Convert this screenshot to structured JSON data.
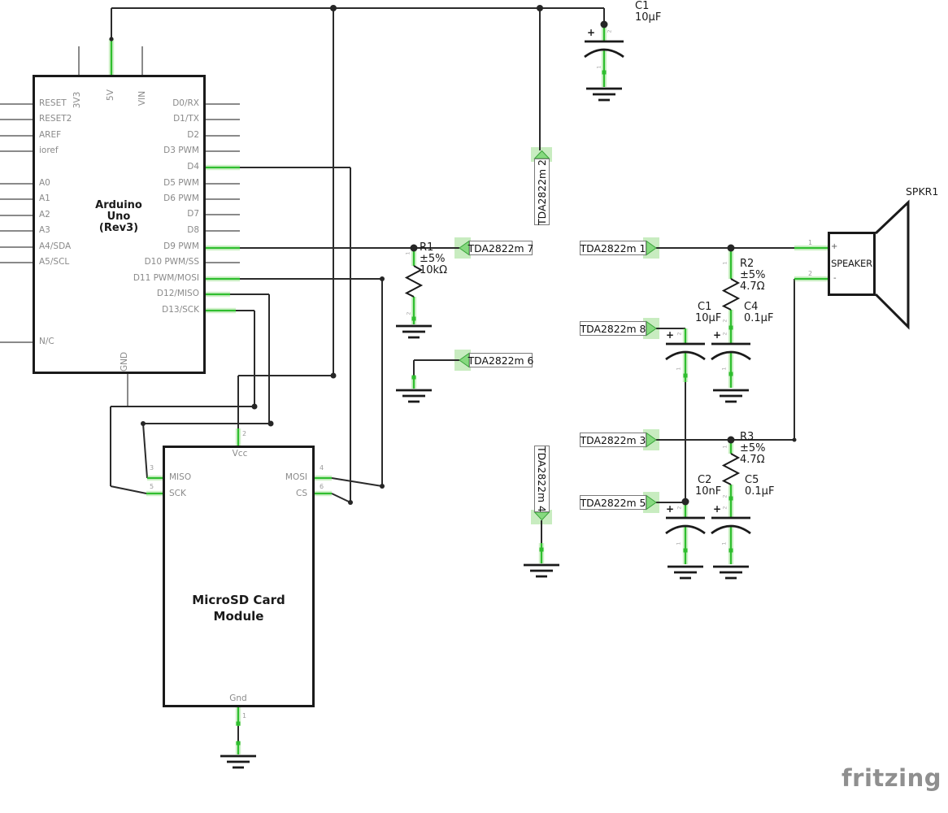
{
  "arduino": {
    "title": [
      "Arduino",
      "Uno",
      "(Rev3)"
    ],
    "top_pins": [
      "3V3",
      "5V",
      "VIN"
    ],
    "bottom_pin": "GND",
    "left_pins": [
      "RESET",
      "RESET2",
      "AREF",
      "ioref",
      "A0",
      "A1",
      "A2",
      "A3",
      "A4/SDA",
      "A5/SCL",
      "N/C"
    ],
    "right_pins": [
      "D0/RX",
      "D1/TX",
      "D2",
      "D3 PWM",
      "D4",
      "D5 PWM",
      "D6 PWM",
      "D7",
      "D8",
      "D9 PWM",
      "D10 PWM/SS",
      "D11 PWM/MOSI",
      "D12/MISO",
      "D13/SCK"
    ]
  },
  "module": {
    "title": [
      "MicroSD Card",
      "Module"
    ],
    "pins": {
      "vcc": "Vcc",
      "miso": "MISO",
      "sck": "SCK",
      "mosi": "MOSI",
      "cs": "CS",
      "gnd": "Gnd"
    },
    "pin_numbers": {
      "vcc": "2",
      "miso": "3",
      "sck": "5",
      "mosi": "4",
      "cs": "6",
      "gnd": "1"
    }
  },
  "speaker": {
    "refdes": "SPKR1",
    "label": "SPEAKER",
    "plus": "+",
    "minus": "-",
    "pin1": "1",
    "pin2": "2"
  },
  "flags": {
    "f7": "TDA2822m 7",
    "f6": "TDA2822m 6",
    "f1": "TDA2822m 1",
    "f8": "TDA2822m 8",
    "f3": "TDA2822m 3",
    "f5": "TDA2822m 5",
    "f2": "TDA2822m 2",
    "f4": "TDA2822m 4"
  },
  "resistors": {
    "r1": {
      "name": "R1",
      "tolerance": "±5%",
      "value": "10kΩ"
    },
    "r2": {
      "name": "R2",
      "tolerance": "±5%",
      "value": "4.7Ω"
    },
    "r3": {
      "name": "R3",
      "tolerance": "±5%",
      "value": "4.7Ω"
    }
  },
  "capacitors": {
    "c1_top": {
      "name": "C1",
      "value": "10µF"
    },
    "c1": {
      "name": "C1",
      "value": "10µF"
    },
    "c4": {
      "name": "C4",
      "value": "0.1µF"
    },
    "c2": {
      "name": "C2",
      "value": "10nF"
    },
    "c5": {
      "name": "C5",
      "value": "0.1µF"
    }
  },
  "pin_digits": {
    "one": "1",
    "two": "2"
  },
  "logo": "fritzing",
  "colors": {
    "wire": "#2b2b2b",
    "highlight_green": "#2fbe2f",
    "pin_gray": "#8a8a8a"
  }
}
